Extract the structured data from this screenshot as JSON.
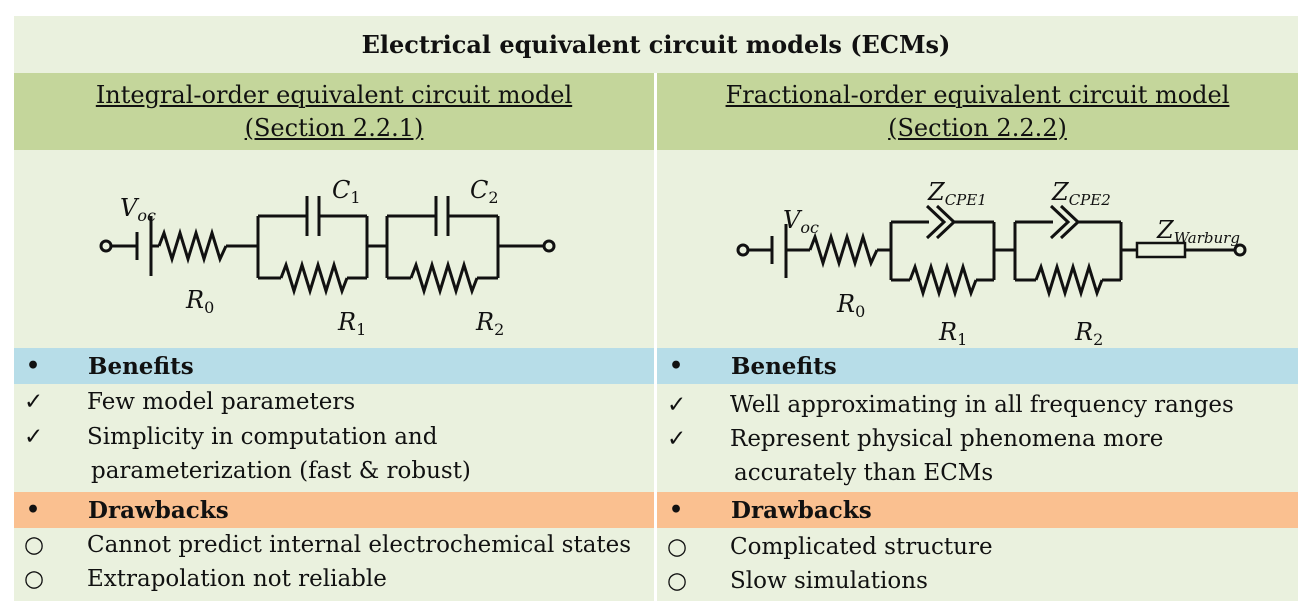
{
  "title": "Electrical equivalent circuit models (ECMs)",
  "left": {
    "heading_line1": "Integral-order equivalent circuit model",
    "heading_line2": "(Section 2.2.1)",
    "circuit_labels": {
      "voc": "V",
      "voc_sub": "oc",
      "r0": "R",
      "r0_sub": "0",
      "c1": "C",
      "c1_sub": "1",
      "c2": "C",
      "c2_sub": "2",
      "r1": "R",
      "r1_sub": "1",
      "r2": "R",
      "r2_sub": "2"
    },
    "benefits_bullet": "•",
    "benefits_label": "Benefits",
    "benefits": [
      {
        "mark": "✓",
        "line1": "Few model parameters",
        "line2": ""
      },
      {
        "mark": "✓",
        "line1": "Simplicity in computation and",
        "line2": "parameterization (fast & robust)"
      }
    ],
    "drawbacks_bullet": "•",
    "drawbacks_label": "Drawbacks",
    "drawbacks": [
      {
        "mark": "○",
        "line1": "Cannot predict internal electrochemical states"
      },
      {
        "mark": "○",
        "line1": "Extrapolation not reliable"
      }
    ]
  },
  "right": {
    "heading_line1": "Fractional-order equivalent circuit model",
    "heading_line2": "(Section 2.2.2)",
    "circuit_labels": {
      "voc": "V",
      "voc_sub": "oc",
      "r0": "R",
      "r0_sub": "0",
      "zcpe1": "Z",
      "zcpe1_sub": "CPE1",
      "zcpe2": "Z",
      "zcpe2_sub": "CPE2",
      "zw": "Z",
      "zw_sub": "Warburg",
      "r1": "R",
      "r1_sub": "1",
      "r2": "R",
      "r2_sub": "2"
    },
    "benefits_bullet": "•",
    "benefits_label": "Benefits",
    "benefits": [
      {
        "mark": "✓",
        "line1": "Well approximating in all frequency ranges",
        "line2": ""
      },
      {
        "mark": "✓",
        "line1": "Represent physical phenomena more",
        "line2": "accurately than ECMs"
      }
    ],
    "drawbacks_bullet": "•",
    "drawbacks_label": "Drawbacks",
    "drawbacks": [
      {
        "mark": "○",
        "line1": "Complicated structure"
      },
      {
        "mark": "○",
        "line1": "Slow simulations"
      }
    ]
  },
  "colors": {
    "background": "#eaf1de",
    "header": "#c4d69b",
    "benefits_band": "#b7dde8",
    "drawbacks_band": "#fac090"
  }
}
